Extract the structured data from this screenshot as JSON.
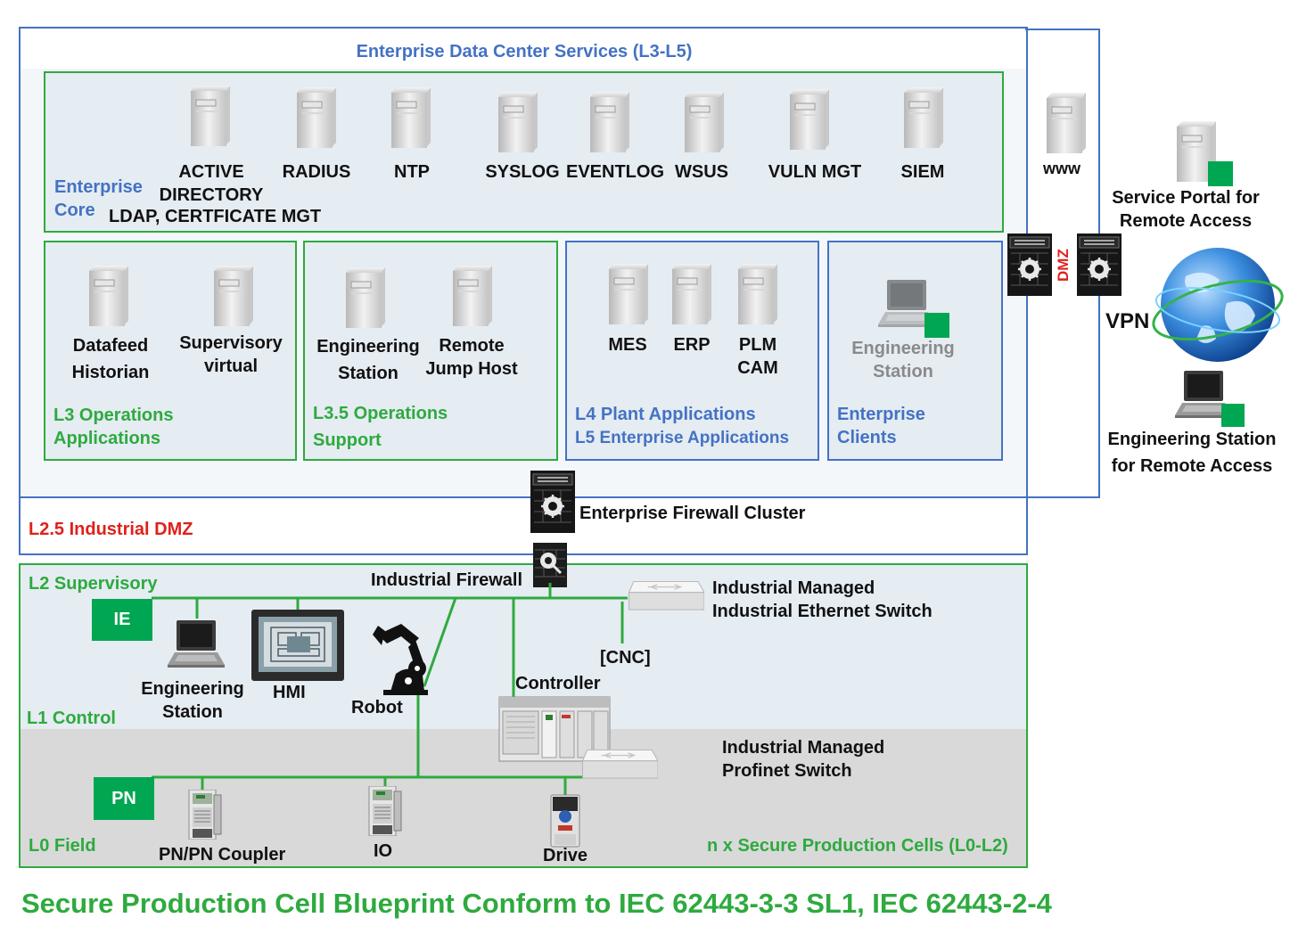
{
  "enterprise": {
    "title": "Enterprise Data Center Services (L3-L5)",
    "core_label": "Enterprise\nCore",
    "core_servers": [
      "ACTIVE\nDIRECTORY",
      "RADIUS",
      "NTP",
      "SYSLOG",
      "EVENTLOG",
      "WSUS",
      "VULN MGT",
      "SIEM"
    ],
    "ldap_label": "LDAP, CERTFICATE MGT"
  },
  "l3_ops": {
    "label": "L3 Operations\nApplications",
    "servers": [
      "Datafeed\nHistorian",
      "Supervisory\nvirtual"
    ]
  },
  "l35_ops": {
    "label": "L3.5 Operations\nSupport",
    "servers": [
      "Engineering\nStation",
      "Remote\nJump Host"
    ]
  },
  "l45_apps": {
    "label_l4": "L4 Plant Applications",
    "label_l5": "L5 Enterprise Applications",
    "servers": [
      "MES",
      "ERP",
      "PLM\nCAM"
    ]
  },
  "ent_clients": {
    "label": "Enterprise\nClients",
    "device": "Engineering\nStation"
  },
  "dmz": {
    "www": "www",
    "dmz_label": "DMZ",
    "vpn": "VPN",
    "service_portal": "Service Portal for\nRemote Access",
    "remote_station": "Engineering Station\nfor Remote Access"
  },
  "industrial": {
    "l25": "L2.5 Industrial DMZ",
    "enterprise_fw": "Enterprise Firewall Cluster",
    "industrial_fw": "Industrial Firewall",
    "l2": "L2 Supervisory",
    "l1": "L1 Control",
    "l0": "L0 Field",
    "ie_tag": "IE",
    "pn_tag": "PN",
    "ie_switch": "Industrial Managed\nIndustrial Ethernet Switch",
    "pn_switch": "Industrial Managed\nProfinet Switch",
    "eng_station": "Engineering\nStation",
    "hmi": "HMI",
    "robot": "Robot",
    "cnc": "[CNC]",
    "controller": "Controller",
    "coupler": "PN/PN Coupler",
    "io": "IO",
    "drive": "Drive",
    "cells": "n x Secure Production Cells (L0-L2)"
  },
  "footer": "Secure Production Cell Blueprint Conform to  IEC 62443-3-3 SL1, IEC 62443-2-4",
  "colors": {
    "blue": "#4472c4",
    "green": "#2eaa3e",
    "red": "#e0201b",
    "zone_bg": "#e5ecf2",
    "field_bg": "#d9d9d9"
  }
}
